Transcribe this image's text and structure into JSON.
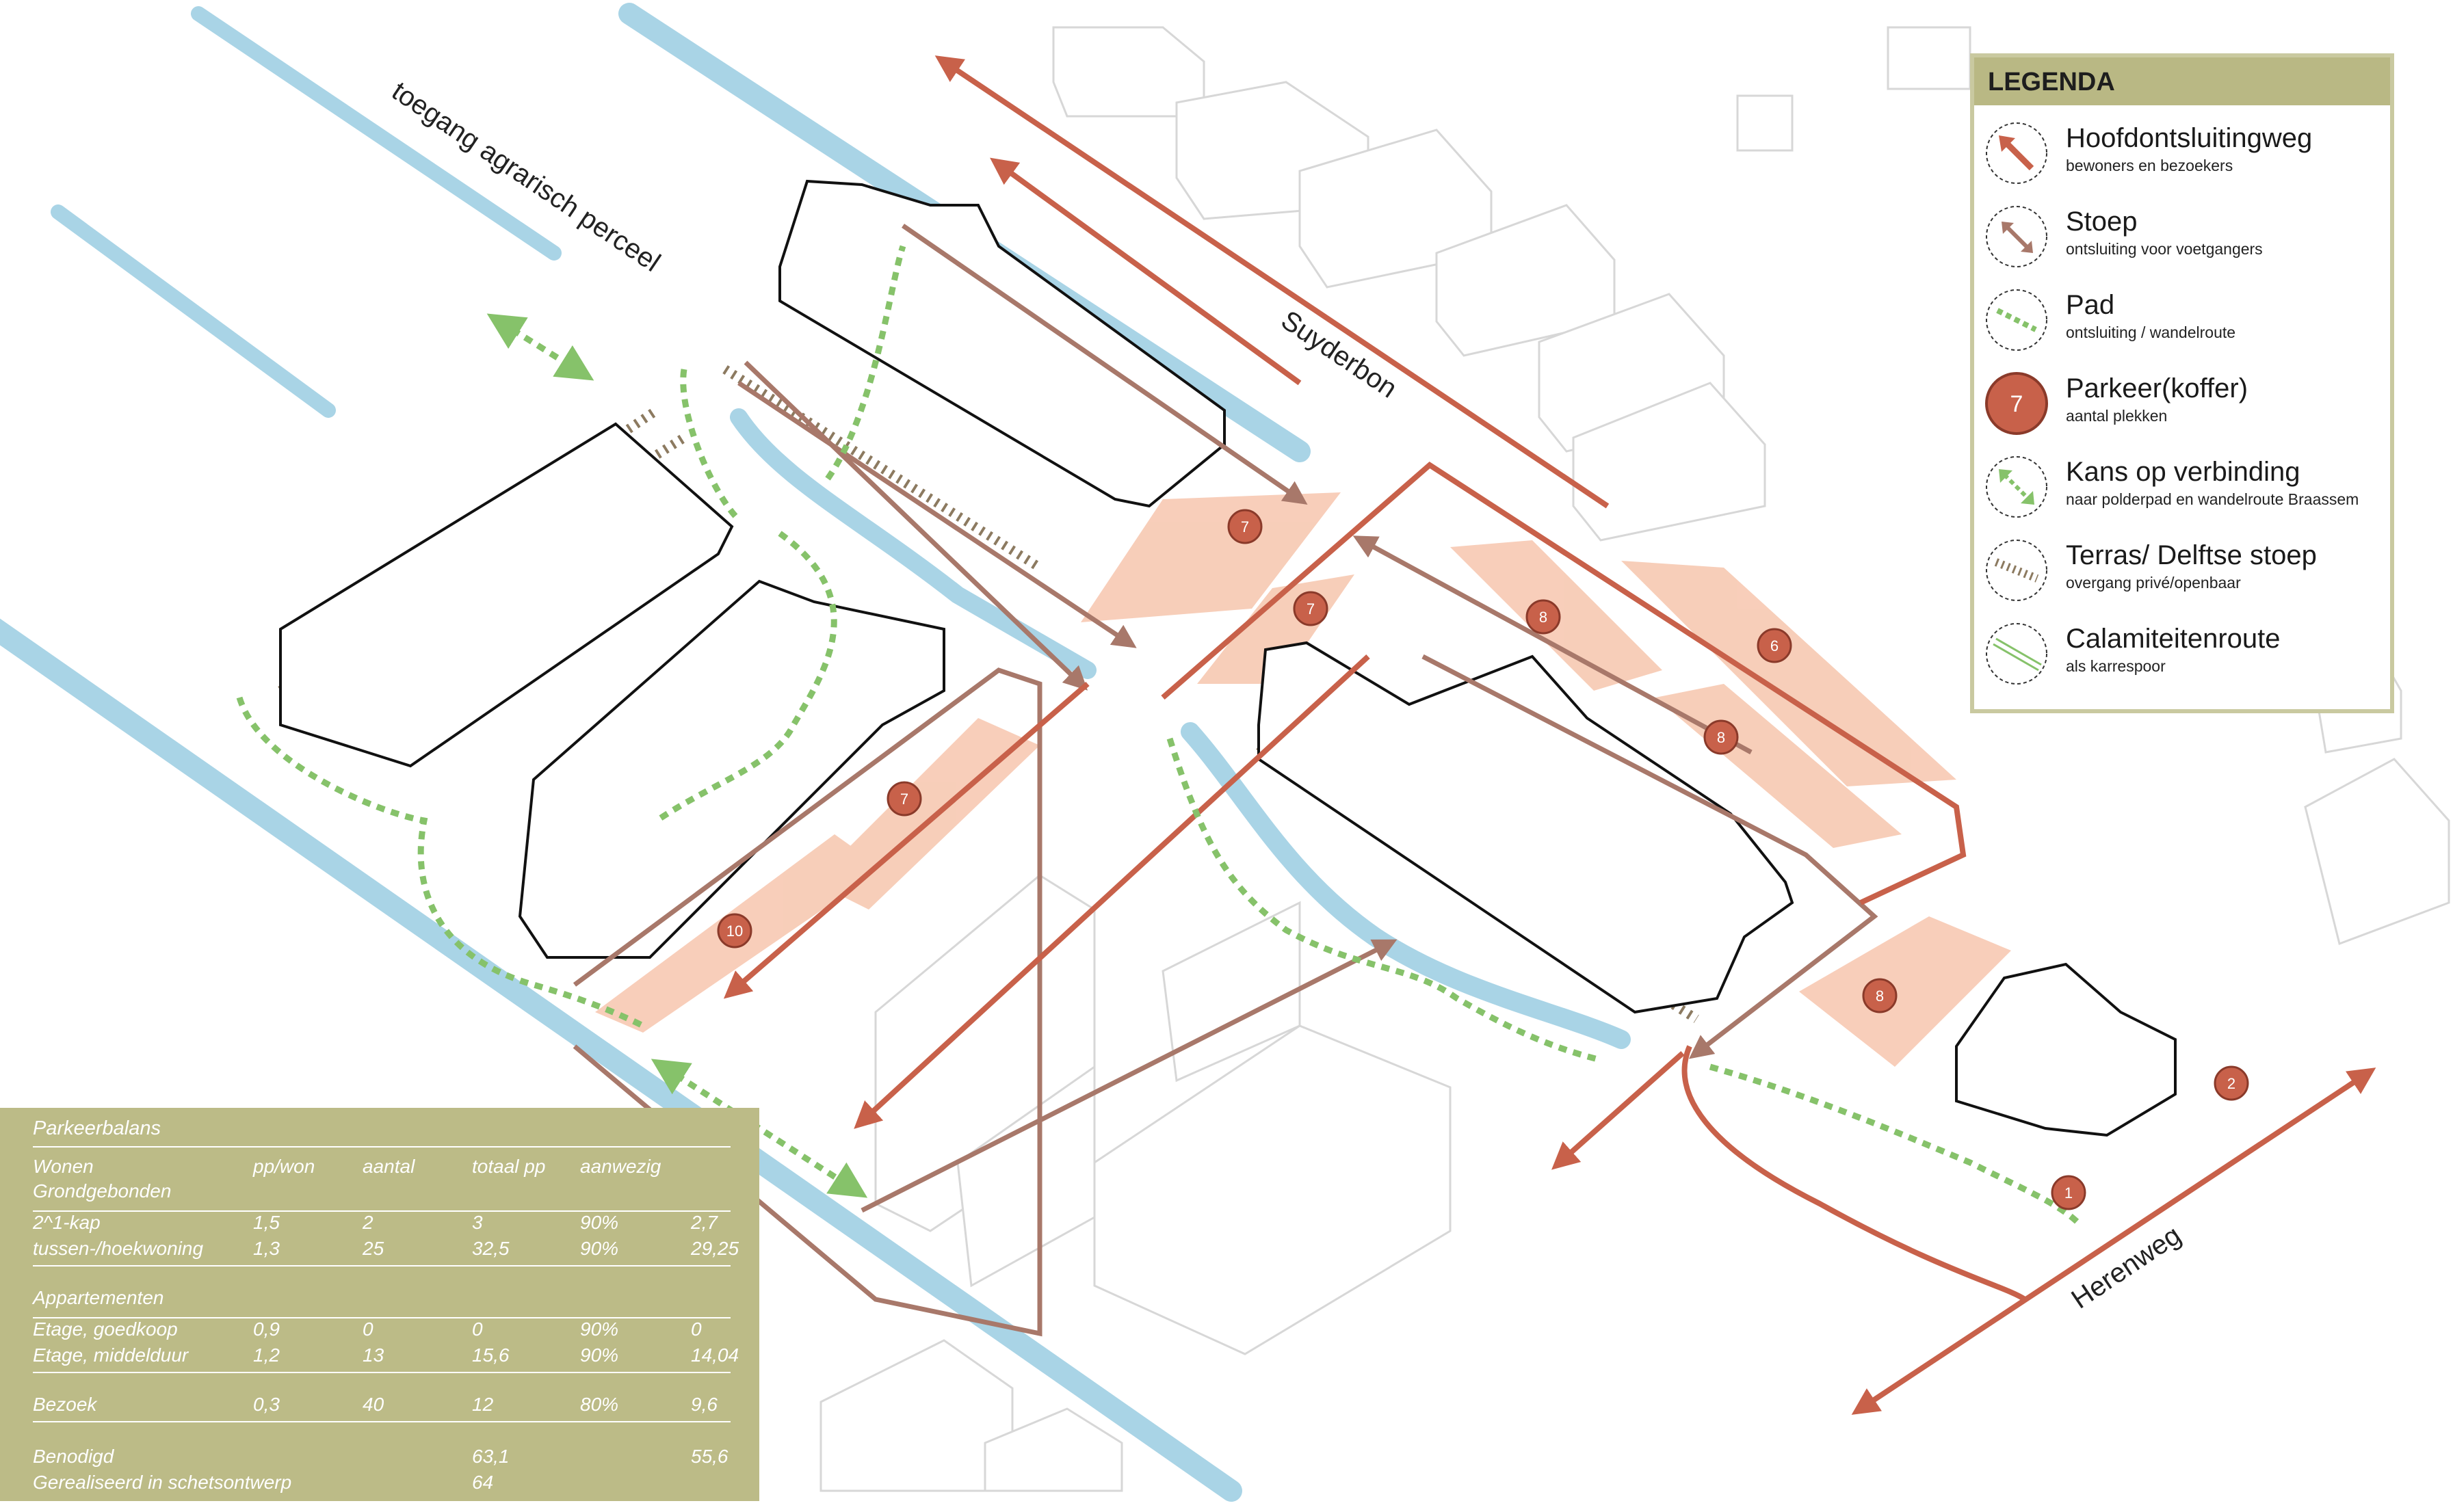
{
  "map_labels": {
    "access_path": "toegang agrarisch perceel",
    "street_north": "Suyderbon",
    "street_south": "Herenweg"
  },
  "parking_markers": [
    "7",
    "7",
    "10",
    "7",
    "8",
    "6",
    "8",
    "8",
    "2",
    "1"
  ],
  "colors": {
    "road": "#c8614a",
    "parking": "#f7c9b2",
    "water": "#a9d4e6",
    "green_path": "#86c26a",
    "terrace": "#8c7a60",
    "legend_bar": "#b9b884",
    "balance_bg": "#bcbb87"
  },
  "legend": {
    "title": "LEGENDA",
    "items": [
      {
        "icon": "main-road-arrow-icon",
        "title": "Hoofdontsluitingweg",
        "subtitle": "bewoners en bezoekers"
      },
      {
        "icon": "sidewalk-arrow-icon",
        "title": "Stoep",
        "subtitle": "ontsluiting voor voetgangers"
      },
      {
        "icon": "path-dashed-icon",
        "title": "Pad",
        "subtitle": "ontsluiting / wandelroute"
      },
      {
        "icon": "parking-circle-icon",
        "badge": "7",
        "title": "Parkeer(koffer)",
        "subtitle": "aantal plekken"
      },
      {
        "icon": "connection-arrow-icon",
        "title": "Kans op verbinding",
        "subtitle": "naar polderpad en wandelroute Braassem"
      },
      {
        "icon": "terrace-stripes-icon",
        "title": "Terras/ Delftse stoep",
        "subtitle": "overgang privé/openbaar"
      },
      {
        "icon": "emergency-route-icon",
        "title": "Calamiteitenroute",
        "subtitle": "als karrespoor"
      }
    ]
  },
  "parking_balance": {
    "title": "Parkeerbalans",
    "headers": [
      "Wonen",
      "pp/won",
      "aantal",
      "totaal pp",
      "aanwezig",
      ""
    ],
    "rows": [
      [
        "Grondgebonden",
        "",
        "",
        "",
        "",
        ""
      ],
      [
        "2^1-kap",
        "1,5",
        "2",
        "3",
        "90%",
        "2,7"
      ],
      [
        "tussen-/hoekwoning",
        "1,3",
        "25",
        "32,5",
        "90%",
        "29,25"
      ],
      [
        "",
        "",
        "",
        "",
        "",
        ""
      ],
      [
        "Appartementen",
        "",
        "",
        "",
        "",
        ""
      ],
      [
        "Etage, goedkoop",
        "0,9",
        "0",
        "0",
        "90%",
        "0"
      ],
      [
        "Etage, middelduur",
        "1,2",
        "13",
        "15,6",
        "90%",
        "14,04"
      ],
      [
        "",
        "",
        "",
        "",
        "",
        ""
      ],
      [
        "Bezoek",
        "0,3",
        "40",
        "12",
        "80%",
        "9,6"
      ],
      [
        "",
        "",
        "",
        "",
        "",
        ""
      ],
      [
        "Benodigd",
        "",
        "",
        "63,1",
        "",
        "55,6"
      ],
      [
        "Gerealiseerd in schetsontwerp",
        "",
        "",
        "64",
        "",
        ""
      ]
    ]
  }
}
